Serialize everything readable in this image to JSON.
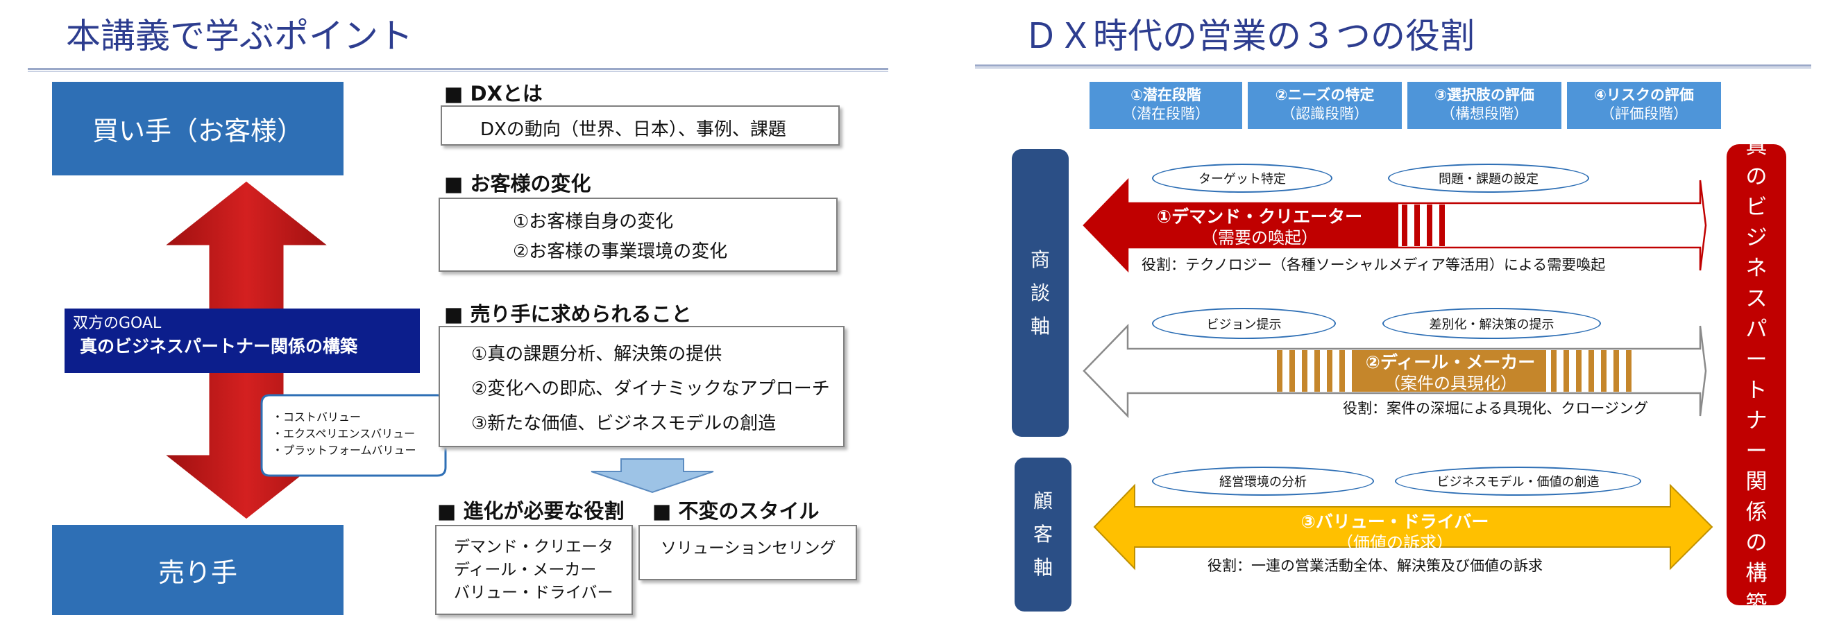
{
  "left": {
    "title": "本講義で学ぶポイント",
    "buyer": "買い手（お客様）",
    "seller": "売り手",
    "goal_line1": "双方のGOAL",
    "goal_line2": "真のビジネスパートナー関係の構築",
    "callout": [
      "・コストバリュー",
      "・エクスペリエンスバリュー",
      "・プラットフォームバリュー"
    ],
    "dx_header": "■ DXとは",
    "dx_text": "DXの動向（世界、日本）、事例、課題",
    "customer_header": "■ お客様の変化",
    "customer_items": [
      "①お客様自身の変化",
      "②お客様の事業環境の変化"
    ],
    "seller_header": "■ 売り手に求められること",
    "seller_items": [
      "①真の課題分析、解決策の提供",
      "②変化への即応、ダイナミックなアプローチ",
      "③新たな価値、ビジネスモデルの創造"
    ],
    "evolve_header": "■ 進化が必要な役割",
    "evolve_items": [
      "デマンド・クリエータ",
      "ディール・メーカー",
      "バリュー・ドライバー"
    ],
    "style_header": "■ 不変のスタイル",
    "style_text": "ソリューションセリング"
  },
  "right": {
    "title": "ＤＸ時代の営業の３つの役割",
    "stages": [
      {
        "name": "①潜在段階",
        "sub": "（潜在段階）"
      },
      {
        "name": "②ニーズの特定",
        "sub": "（認識段階）"
      },
      {
        "name": "③選択肢の評価",
        "sub": "（構想段階）"
      },
      {
        "name": "④リスクの評価",
        "sub": "（評価段階）"
      }
    ],
    "axis_deal": [
      "商",
      "談",
      "軸"
    ],
    "axis_customer": [
      "顧",
      "客",
      "軸"
    ],
    "partner": [
      "真",
      "の",
      "ビ",
      "ジ",
      "ネ",
      "ス",
      "パ",
      "ー",
      "ト",
      "ナ",
      "ー",
      "関",
      "係",
      "の",
      "構",
      "築"
    ],
    "demand": {
      "ovals": [
        "ターゲット特定",
        "問題・課題の設定"
      ],
      "name": "①デマンド・クリエーター",
      "sub": "（需要の喚起）",
      "role": "役割：テクノロジー（各種ソーシャルメディア等活用）による需要喚起",
      "color": "#c00000"
    },
    "deal": {
      "ovals": [
        "ビジョン提示",
        "差別化・解決策の提示"
      ],
      "name": "②ディール・メーカー",
      "sub": "（案件の具現化）",
      "role": "役割：案件の深堀による具現化、クロージング",
      "color": "#c5862b"
    },
    "value": {
      "ovals": [
        "経営環境の分析",
        "ビジネスモデル・価値の創造"
      ],
      "name": "③バリュー・ドライバー",
      "sub": "（価値の訴求）",
      "role": "役割：一連の営業活動全体、解決策及び価値の訴求",
      "color": "#ffc000"
    }
  }
}
